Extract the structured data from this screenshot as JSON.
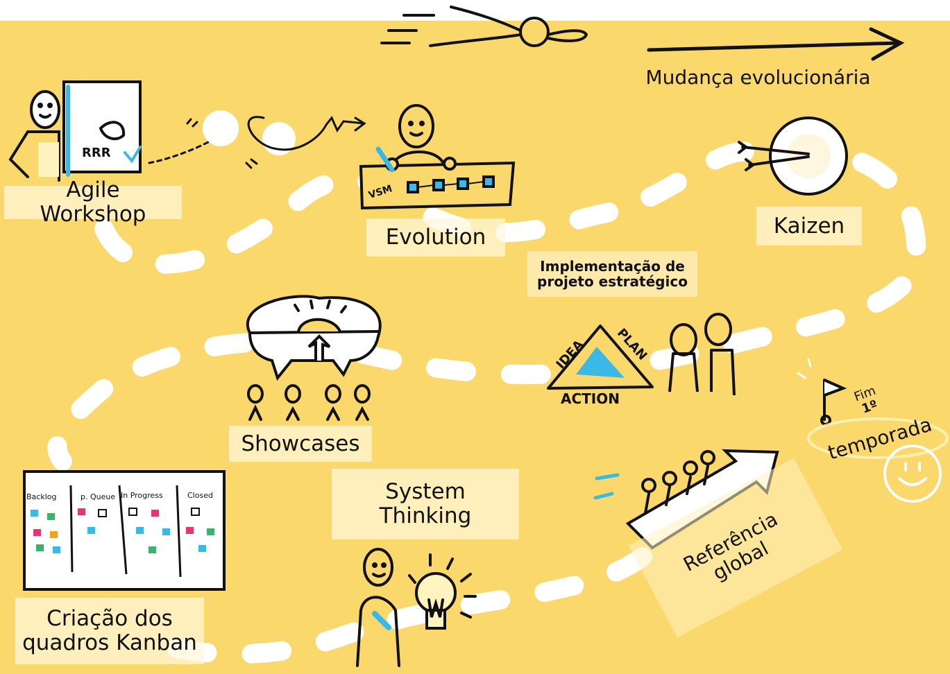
{
  "colors": {
    "background": "#fbd86b",
    "path": "#ffffff",
    "ink": "#111111",
    "accent_blue": "#3ab8e6",
    "note_pink": "#e6366f",
    "note_orange": "#f4a21b",
    "note_green": "#3cb36a"
  },
  "header": {
    "arrow_label": "Mudança evolucionária"
  },
  "stations": {
    "agile_workshop": "Agile Workshop",
    "evolution": "Evolution",
    "kaizen": "Kaizen",
    "implementacao_line1": "Implementação de",
    "implementacao_line2": "projeto estratégico",
    "showcases": "Showcases",
    "system_thinking_line1": "System",
    "system_thinking_line2": "Thinking",
    "kanban_line1": "Criação dos",
    "kanban_line2": "quadros Kanban",
    "referencia_line1": "Referência",
    "referencia_line2": "global",
    "fim_word": "Fim",
    "fim_number": "1º",
    "temporada": "temporada"
  },
  "drawings": {
    "vsm_tag": "VSM",
    "triangle_left": "IDEA",
    "triangle_right": "PLAN",
    "triangle_bottom": "ACTION",
    "workshop_board": "RRR"
  },
  "kanban_board": {
    "columns": [
      "Backlog",
      "p. Queue",
      "In Progress",
      "Closed"
    ]
  }
}
